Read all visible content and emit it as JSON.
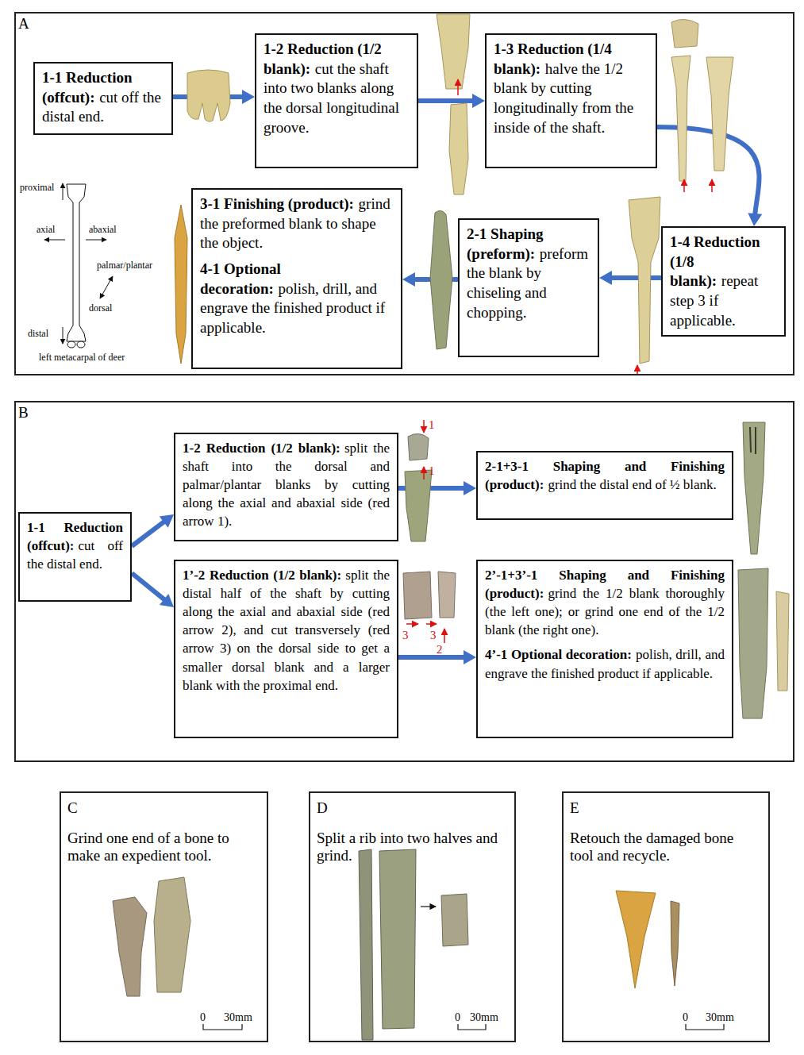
{
  "diagram": {
    "nodes": [
      {
        "text": [
          "A"
        ]
      },
      {
        "text": [
          "1-1 Reduction (offcut):",
          "cut off the distal end."
        ],
        "in": 0
      },
      {
        "text": [
          "1-2 Reduction (1/2 blank):",
          "cut the shaft into two blanks along the dorsal longitudinal groove."
        ],
        "in": 0
      },
      {
        "text": [
          "1-3 Reduction (1/4 blank):",
          "halve the 1/2 blank by cutting longitudinally from the inside of the shaft."
        ],
        "in": 0
      },
      {
        "text": [
          "1-4 Reduction (1/8 blank):",
          "repeat step 3 if applicable."
        ],
        "in": 0
      },
      {
        "text": [
          "2-1 Shaping (preform):",
          "preform the blank by chiseling and chopping."
        ],
        "in": 0
      },
      {
        "text": [
          "3-1 Finishing (product):",
          "grind the preformed blank to shape the object.",
          "4-1 Optional decoration:",
          "polish, drill, and engrave the finished product if applicable."
        ],
        "in": 0
      },
      {
        "text": [
          "B"
        ]
      },
      {
        "text": [
          "1-1 Reduction (offcut):",
          "cut off the distal end."
        ],
        "in": 7
      },
      {
        "text": [
          "1-2 Reduction (1/2 blank):",
          "split the shaft into the dorsal and palmar/plantar blanks by cutting along the axial and abaxial side (red arrow 1)."
        ],
        "in": 7
      },
      {
        "text": [
          "2-1+3-1 Shaping and Finishing (product):",
          "grind the distal end of ½ blank."
        ],
        "in": 7
      },
      {
        "text": [
          "1’-2 Reduction (1/2 blank):",
          "split the distal half of the shaft by cutting along the axial and abaxial side (red arrow 2), and cut transversely (red arrow 3) on the dorsal side to get a smaller dorsal blank and a larger blank with the proximal end."
        ],
        "in": 7
      },
      {
        "text": [
          "2’-1+3’-1 Shaping and Finishing (product):",
          "grind the 1/2 blank thoroughly (the left one); or grind one end of the 1/2 blank (the right one).",
          "4’-1 Optional decoration:",
          "polish, drill, and engrave the finished product if applicable."
        ],
        "in": 7
      },
      {
        "text": [
          "C",
          "Grind one end of a bone to make an expedient tool."
        ]
      },
      {
        "text": [
          "D",
          "Split a rib into two halves and grind."
        ]
      },
      {
        "text": [
          "E",
          "Retouch the damaged bone tool and recycle."
        ]
      }
    ],
    "edges": [
      {
        "from": 1,
        "to": 2,
        "arrow": "to"
      },
      {
        "from": 2,
        "to": 3,
        "arrow": "to"
      },
      {
        "from": 3,
        "to": 4,
        "arrow": "to"
      },
      {
        "from": 4,
        "to": 5,
        "arrow": "to"
      },
      {
        "from": 5,
        "to": 6,
        "arrow": "to"
      },
      {
        "from": 8,
        "to": 9,
        "arrow": "to"
      },
      {
        "from": 8,
        "to": 11,
        "arrow": "to"
      },
      {
        "from": 9,
        "to": 10,
        "arrow": "to"
      },
      {
        "from": 11,
        "to": 12,
        "arrow": "to"
      }
    ],
    "labels": [
      "proximal",
      "axial",
      "abaxial",
      "palmar/plantar",
      "dorsal",
      "distal",
      "left metacarpal of deer",
      "1",
      "1",
      "3",
      "3",
      "2",
      "0",
      "30mm",
      "0",
      "30mm",
      "0",
      "30mm"
    ]
  }
}
